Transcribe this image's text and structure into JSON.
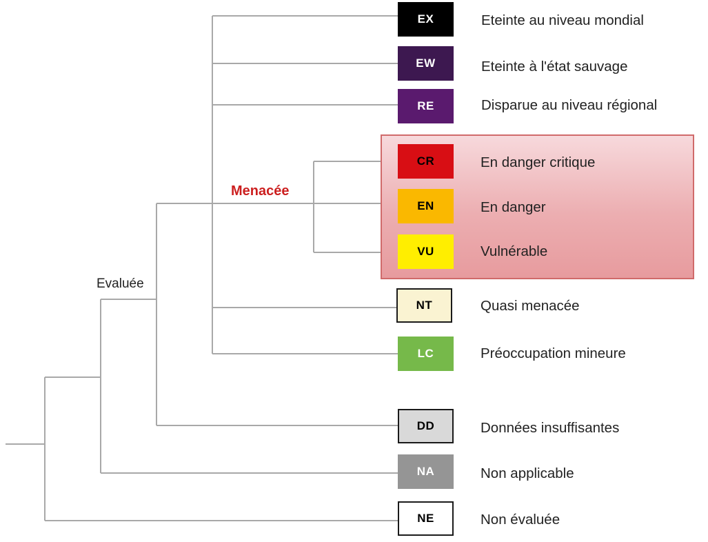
{
  "groups": {
    "evaluated_label": "Evaluée",
    "threatened_label": "Menacée",
    "threatened_color": "#cc1f1f"
  },
  "categories": [
    {
      "code": "EX",
      "label": "Eteinte au niveau mondial",
      "color": "#000000",
      "text_color": "#ffffff"
    },
    {
      "code": "EW",
      "label": "Eteinte à l'état sauvage",
      "color": "#3d1850",
      "text_color": "#ffffff"
    },
    {
      "code": "RE",
      "label": "Disparue au niveau régional",
      "color": "#5a1a6e",
      "text_color": "#ffffff"
    },
    {
      "code": "CR",
      "label": "En danger critique",
      "color": "#d80e14",
      "text_color": "#000000"
    },
    {
      "code": "EN",
      "label": "En danger",
      "color": "#fab800",
      "text_color": "#000000"
    },
    {
      "code": "VU",
      "label": "Vulnérable",
      "color": "#ffee00",
      "text_color": "#000000"
    },
    {
      "code": "NT",
      "label": "Quasi menacée",
      "color": "#faf3d2",
      "text_color": "#000000"
    },
    {
      "code": "LC",
      "label": "Préoccupation mineure",
      "color": "#76b94a",
      "text_color": "#ffffff"
    },
    {
      "code": "DD",
      "label": "Données insuffisantes",
      "color": "#d9d9d9",
      "text_color": "#000000"
    },
    {
      "code": "NA",
      "label": "Non applicable",
      "color": "#959595",
      "text_color": "#ffffff"
    },
    {
      "code": "NE",
      "label": "Non évaluée",
      "color": "#ffffff",
      "text_color": "#000000"
    }
  ]
}
